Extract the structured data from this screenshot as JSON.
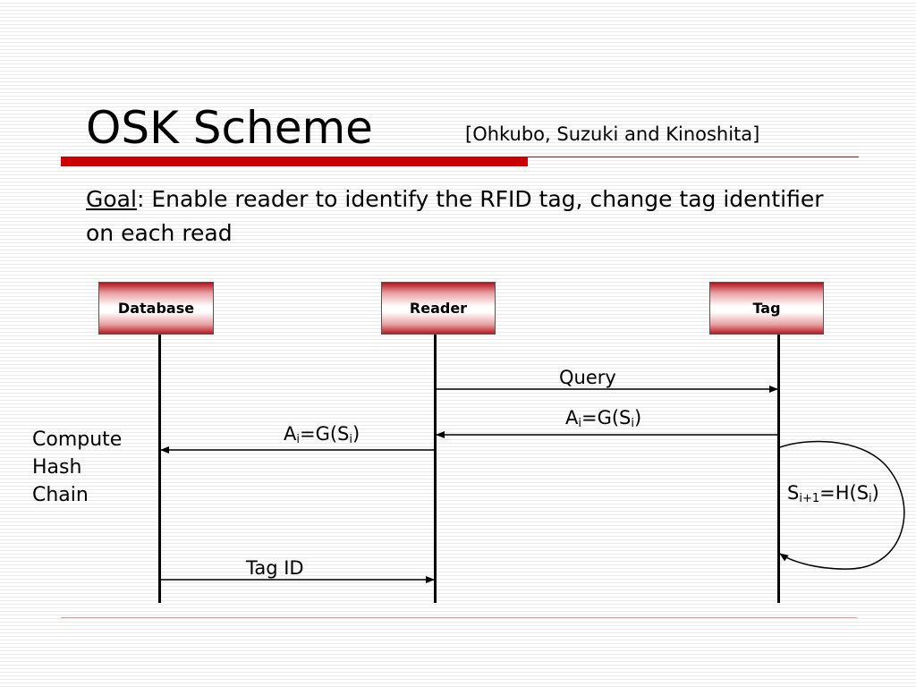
{
  "title": "OSK Scheme",
  "citation": "[Ohkubo, Suzuki and Kinoshita]",
  "goal": {
    "label": "Goal",
    "separator": ":",
    "text": " Enable reader to identify the RFID tag, change tag identifier on each read"
  },
  "actors": {
    "database": "Database",
    "reader": "Reader",
    "tag": "Tag"
  },
  "messages": {
    "query": "Query",
    "tag_reply": {
      "a": "A",
      "i1": "i",
      "mid": "=G(S",
      "i2": "i",
      "close": ")"
    },
    "reader_forward": {
      "a": "A",
      "i1": "i",
      "mid": "=G(S",
      "i2": "i",
      "close": ")"
    },
    "self_update": {
      "s": "S",
      "sub1": "i+1",
      "mid": "=H(S",
      "sub2": "i",
      "close": ")"
    },
    "tag_id": "Tag ID"
  },
  "side_note": {
    "line1": "Compute",
    "line2": "Hash",
    "line3": "Chain"
  },
  "colors": {
    "accent": "#cc0000",
    "box_dark": "#b3141b",
    "box_light": "#ffffff",
    "line": "#000000"
  }
}
